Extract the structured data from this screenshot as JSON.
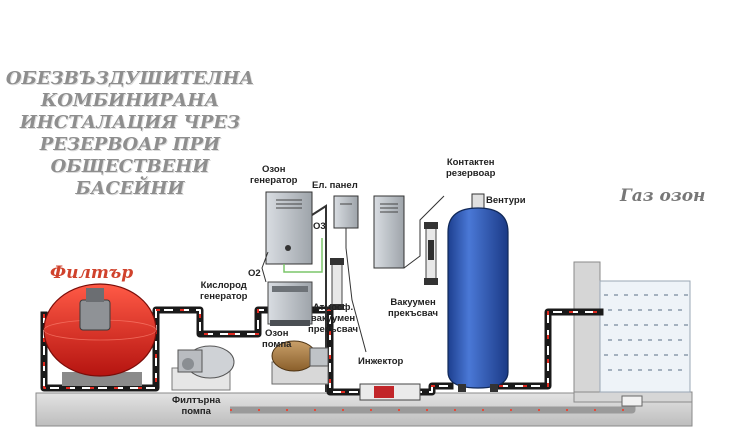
{
  "title_lines": [
    "ОБЕЗВЪЗДУШИТЕЛНА",
    "КОМБИНИРАНА",
    "ИНСТАЛАЦИЯ ЧРЕЗ",
    "РЕЗЕРВОАР ПРИ",
    "ОБЩЕСТВЕНИ",
    "БАСЕЙНИ"
  ],
  "filter_label": "Филтър",
  "gas_label": "Газ озон",
  "labels": {
    "ozone_generator": "Озон\nгенератор",
    "el_panel": "Ел. панел",
    "o3": "O3",
    "o2": "O2",
    "oxygen_generator": "Кислород\nгенератор",
    "ozone_pump": "Озон\nпомпа",
    "atm_breaker": "Атмосф.\nвакуумен\nпрекъсвач",
    "vacuum_breaker": "Вакуумен\nпрекъсвач",
    "contact_tank": "Контактен\nрезервоар",
    "venturi": "Вентури",
    "injector": "Инжектор",
    "filter_pump": "Филтърна\nпомпа"
  },
  "colors": {
    "title": "#8e8e8e",
    "filter_label": "#d0422c",
    "gas_label": "#777777",
    "tank": "#2b56b6",
    "filter": "#e0231d",
    "pipe": "#1a1a1a",
    "ground": "#d4d4d4",
    "water": "#eef3f8"
  }
}
